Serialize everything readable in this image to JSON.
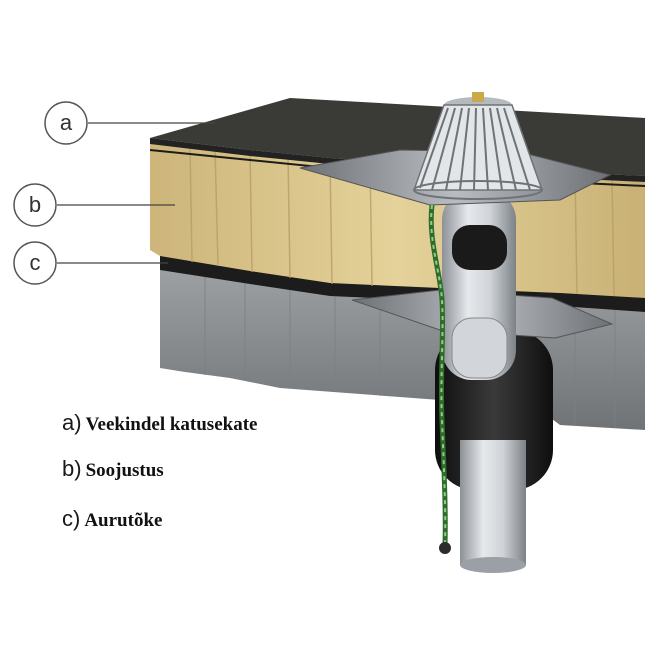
{
  "diagram": {
    "callouts": [
      {
        "id": "a",
        "label": "a"
      },
      {
        "id": "b",
        "label": "b"
      },
      {
        "id": "c",
        "label": "c"
      }
    ],
    "legend": [
      {
        "letter": "a)",
        "text": "Veekindel katusekate"
      },
      {
        "letter": "b)",
        "text": "Soojustus"
      },
      {
        "letter": "c)",
        "text": "Aurutõke"
      }
    ],
    "colors": {
      "roof_membrane": "#3a3a36",
      "insulation": "#d9c48a",
      "vapour_barrier": "#1c1c1c",
      "concrete": "#8f9295",
      "drain_metal": "#c4c8cc",
      "drain_sleeve": "#1e1e1e",
      "heating_cable": "#3f8a3a"
    }
  }
}
